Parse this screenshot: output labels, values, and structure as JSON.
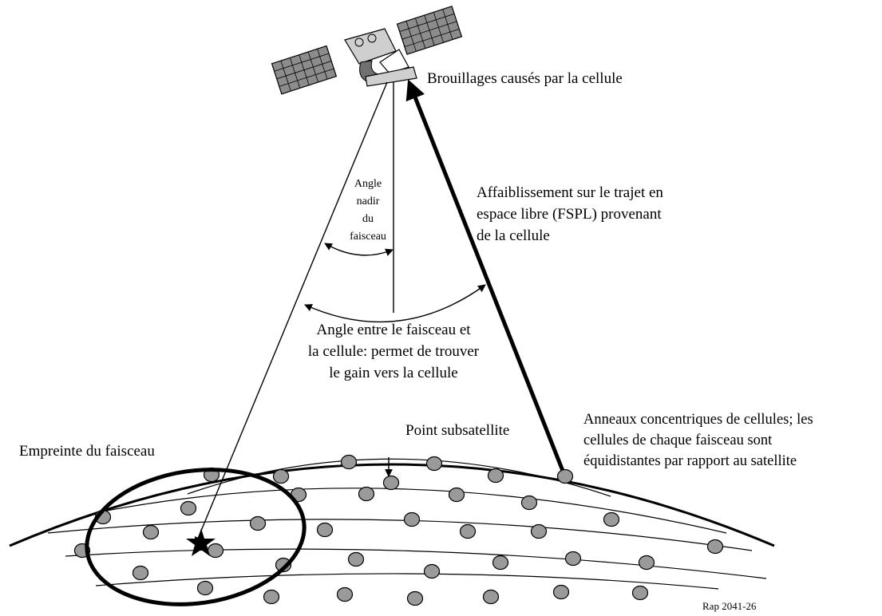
{
  "labels": {
    "interference": "Brouillages causés par la cellule",
    "fspl_1": "Affaiblissement sur le trajet en",
    "fspl_2": "espace libre (FSPL) provenant",
    "fspl_3": "de la cellule",
    "nadir_1": "Angle",
    "nadir_2": "nadir",
    "nadir_3": "du",
    "nadir_4": "faisceau",
    "beam_angle_1": "Angle entre le faisceau et",
    "beam_angle_2": "la cellule: permet de trouver",
    "beam_angle_3": "le gain vers la cellule",
    "subsatellite": "Point subsatellite",
    "rings_1": "Anneaux concentriques de cellules; les",
    "rings_2": "cellules de chaque faisceau sont",
    "rings_3": "équidistantes par rapport au satellite",
    "footprint": "Empreinte du faisceau",
    "reference": "Rap 2041-26"
  },
  "icons": {
    "satellite": "satellite-icon",
    "star": "beam-center-star-icon"
  },
  "colors": {
    "cell_fill": "#9a9a9a",
    "line": "#000000"
  }
}
